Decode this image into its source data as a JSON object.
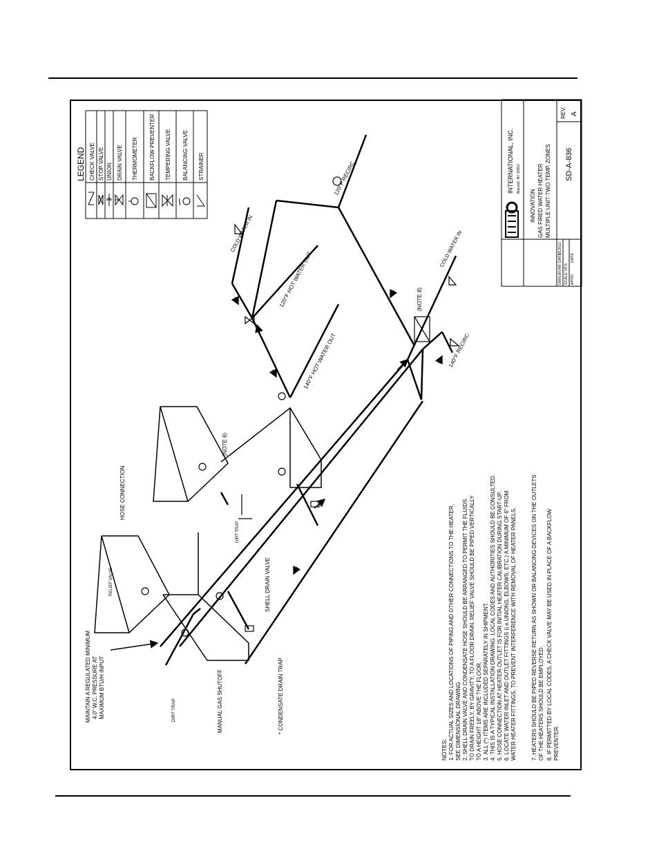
{
  "legend": {
    "title": "LEGEND",
    "items": [
      "CHECK VALVE",
      "STOP VALVE",
      "UNION",
      "DRAIN VALVE",
      "THERMOMETER",
      "BACKFLOW PREVENTER",
      "TEMPERING VALVE",
      "BALANCING VALVE",
      "STRAINER"
    ]
  },
  "title_block": {
    "company": "INTERNATIONAL, INC.",
    "address": "Blauvelt, NY 10913",
    "product": "INNOVATION",
    "line1": "GAS FIRED WATER HEATER",
    "line2": "MULTIPLE UNIT-TWO TEMP. ZONES",
    "drawing_no": "SD-A-836",
    "rev_label": "REV.",
    "rev": "A",
    "drwn_by_label": "DWN.BY",
    "drwn_by": "AR",
    "date_label": "DATE",
    "date": "012511",
    "scale_label": "SCALE",
    "scale": "NTS",
    "appd_label": "APPD",
    "appd_date_label": "DATE"
  },
  "labels": {
    "maintain1": "MAINTAIN A REGULATED MINIMUM",
    "maintain2": "4.0\" W.C. PRESSURE AT",
    "maintain3": "MAXIMUM BTU/H INPUT",
    "dirt_trap": "DIRT TRAP",
    "dirt_trap2": "DIRT TRAP",
    "manual_gas": "MANUAL GAS SHUTOFF",
    "condensate": "* CONDENSATE DRAIN TRAP",
    "relief": "RELIEF VALVE",
    "hose": "HOSE CONNECTION",
    "shell_drain": "SHELL DRAIN VALVE",
    "note6": "(NOTE 6)",
    "hot140": "140°F HOT WATER OUT",
    "hot120": "120°F HOT WATER OUT",
    "cold1": "COLD WATER IN",
    "cold2": "COLD WATER IN",
    "recirc120": "120°F RECIRC",
    "recirc140": "140°F RECIRC",
    "note8": "(NOTE 8)"
  },
  "notes": {
    "heading": "NOTES:",
    "lines": [
      "1. FOR ACTUAL SIZES AND LOCATIONS OF PIPING AND OTHER CONNECTIONS TO THE HEATER,",
      "    SEE DIMENSIONAL DRAWING",
      "2. SHELL DRAIN VALVE AND CONDENSATE HOSE SHOULD BE ARRANGED TO PERMIT THE FLUIDS",
      "    TO DRAIN FREELY, BY GRAVITY, TO A FLOOR DRAIN. RELIEF VALVE SHOULD BE PIPED VERTICALLY",
      "    TO A HEIGHT 18\" ABOVE THE FLOOR.",
      "3. ALL (*) ITEMS ARE INCLUDED SEPARATELY IN SHIPMENT.",
      "4. THIS IS A TYPICAL INSTALLATION DRAWING. LOCAL CODES AND AUTHORITIES SHOULD BE CONSULTED.",
      "5. HOSE CONNECTION AT HEATER OUTLET IS FOR INITIAL HEATER CALIBRATION DURING START-UP.",
      "6. LOCATE WATER INLET AND OUTLET FITTINGS (i.e.UNIONS, ELBOWS, ETC.) A MINIMUM OF 6\" FROM",
      "    WATER HEATER FITTINGS, TO PREVENT INTERFERENCE WITH REMOVAL OF HEATER PANELS.",
      "7. HEATERS SHOULD BE PIPED REVERSE RETURN AS SHOWN OR BALANCING DEVICES ON THE OUTLETS",
      "    OF THE HEATERS SHOULD BE EMPLOYED.",
      "8. IF PERMITTED BY LOCAL CODES, A CHECK VALVE MAY BE USED IN PLACE OF A BACKFLOW",
      "    PREVENTER."
    ]
  }
}
